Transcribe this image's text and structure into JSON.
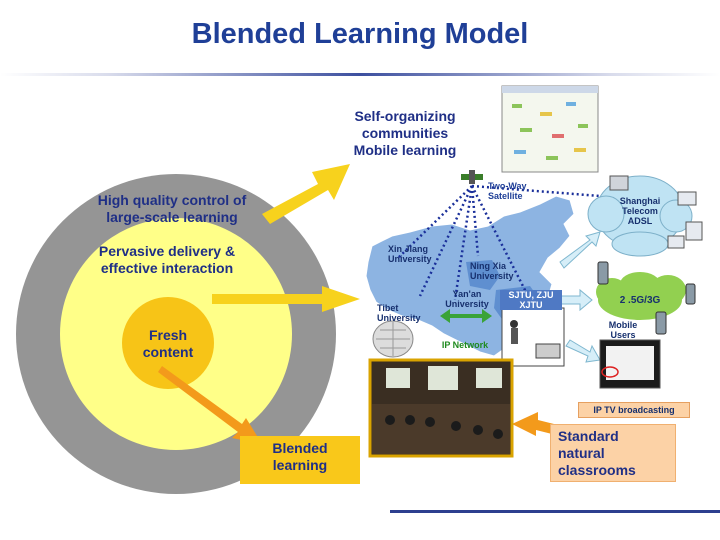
{
  "title": "Blended Learning Model",
  "colors": {
    "title": "#1f3f97",
    "outer_ring": "#959595",
    "middle_circle": "#ffff88",
    "core": "#f7c417",
    "arrow_yellow": "#f7d21d",
    "arrow_orange": "#f39a1b",
    "blended_box": "#f9c81a",
    "classrooms_box": "#fcd2a6",
    "cloud_green": "#92d050"
  },
  "circle_labels": {
    "outer": "High quality control of large-scale learning",
    "middle": "Pervasive delivery & effective interaction",
    "core": "Fresh content"
  },
  "blended_learning": "Blended learning",
  "self_organizing": "Self-organizing communities Mobile learning",
  "satellite": "Two-Way Satellite",
  "universities": {
    "xinjiang": "Xin Jiang University",
    "ningxia": "Ning Xia University",
    "yanan": "Yan'an University",
    "tibet": "Tibet University",
    "sjtu": "SJTU, ZJU XJTU"
  },
  "ip_network": "IP Network",
  "shanghai": "Shanghai Telecom ADSL",
  "mobile_band": "2 .5G/3G",
  "mobile_users": "Mobile Users",
  "iptv": "IP TV broadcasting",
  "classrooms": "Standard natural classrooms"
}
